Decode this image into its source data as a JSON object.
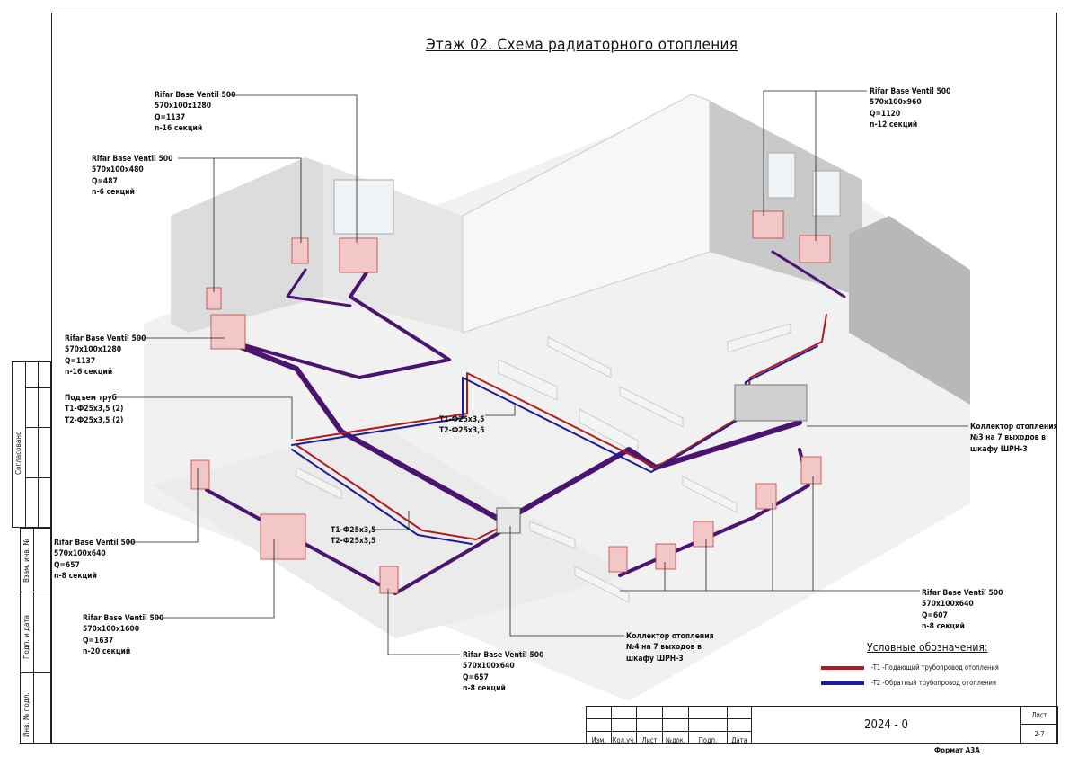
{
  "title": "Этаж 02. Схема радиаторного отопления",
  "labels": {
    "rad_top_left_1": [
      "Rifar Base Ventil 500",
      "570x100x1280",
      "Q=1137",
      "n-16 секций"
    ],
    "rad_top_left_2": [
      "Rifar Base Ventil 500",
      "570x100x480",
      "Q=487",
      "n-6 секций"
    ],
    "rad_top_right": [
      "Rifar Base Ventil 500",
      "570x100x960",
      "Q=1120",
      "n-12 секций"
    ],
    "rad_left_mid": [
      "Rifar Base Ventil 500",
      "570x100x1280",
      "Q=1137",
      "n-16 секций"
    ],
    "riser": [
      "Подъем труб",
      "T1-Ф25x3,5 (2)",
      "T2-Ф25x3,5 (2)"
    ],
    "pipe_center": [
      "T1-Ф25x3,5",
      "T2-Ф25x3,5"
    ],
    "pipe_lower": [
      "T1-Ф25x3,5",
      "T2-Ф25x3,5"
    ],
    "collector_3": [
      "Коллектор отопления",
      "№3 на 7 выходов в",
      "шкафу ШРН-3"
    ],
    "rad_bottom_left_1": [
      "Rifar Base Ventil 500",
      "570x100x640",
      "Q=657",
      "n-8 секций"
    ],
    "rad_bottom_left_2": [
      "Rifar Base Ventil 500",
      "570x100x1600",
      "Q=1637",
      "n-20 секций"
    ],
    "collector_4": [
      "Коллектор отопления",
      "№4 на 7 выходов в",
      "шкафу ШРН-3"
    ],
    "rad_bottom_center": [
      "Rifar Base Ventil 500",
      "570x100x640",
      "Q=657",
      "n-8 секций"
    ],
    "rad_bottom_right": [
      "Rifar Base Ventil 500",
      "570x100x640",
      "Q=607",
      "n-8 секций"
    ]
  },
  "legend": {
    "title": "Условные обозначения:",
    "items": [
      {
        "label": "-T1 -Подающий трубопровод отопления",
        "color": "#b01c1c"
      },
      {
        "label": "-T2 -Обратный трубопровод отопления",
        "color": "#1c1c9a"
      }
    ]
  },
  "side_stamp": {
    "agreed": "Согласовано",
    "inv_replace": "Взам. инв. №",
    "sign_date": "Подп. и дата",
    "inv_orig": "Инв. № подл."
  },
  "title_block": {
    "columns": [
      "Изм.",
      "Кол.уч.",
      "Лист",
      "№док.",
      "Подп.",
      "Дата"
    ],
    "code": "2024 - 0",
    "sheet_label": "Лист",
    "sheet_value": "2-7",
    "format": "Формат А3А"
  },
  "colors": {
    "supply": "#b01c1c",
    "return": "#1c1c9a",
    "pipe_main": "#4a1470"
  }
}
